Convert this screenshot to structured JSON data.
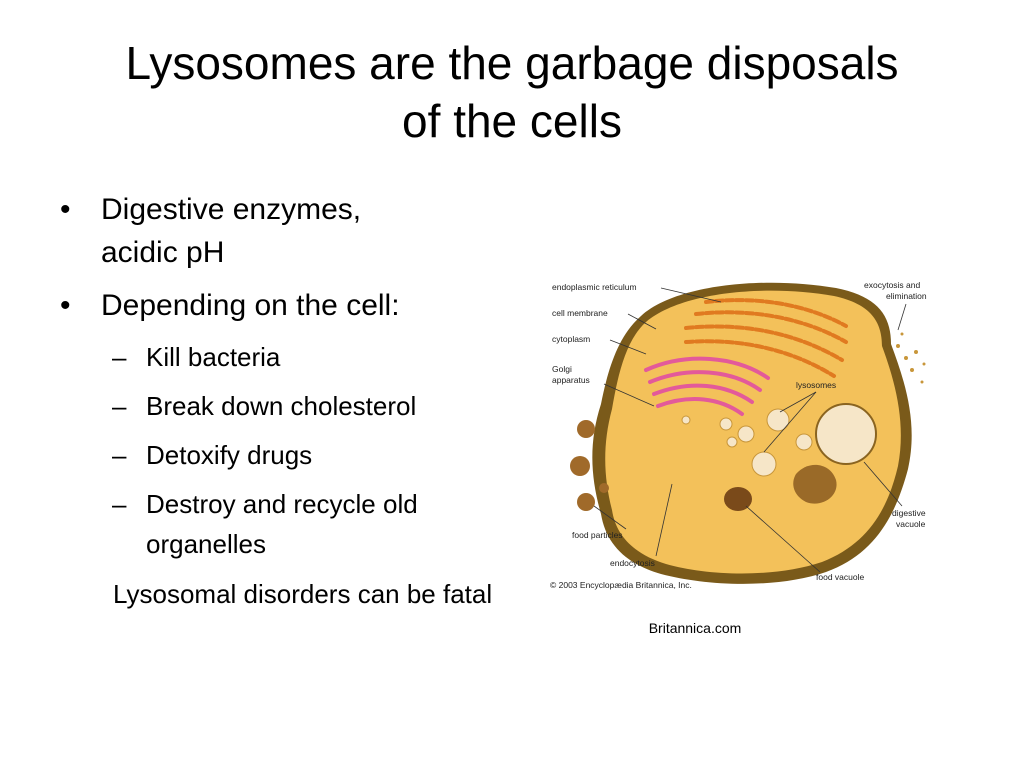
{
  "slide": {
    "title_line1": "Lysosomes are the garbage disposals",
    "title_line2": "of the cells",
    "bullets": [
      {
        "line1": "Digestive enzymes,",
        "line2": "acidic pH"
      },
      {
        "text": "Depending on the cell:"
      }
    ],
    "sub_bullets": [
      "Kill bacteria",
      "Break down cholesterol",
      "Detoxify drugs"
    ],
    "sub_bullet_last": {
      "line1": "Destroy and recycle old",
      "line2": "organelles"
    },
    "note": "Lysosomal disorders can be fatal",
    "bullet_symbol": "•",
    "dash_symbol": "–",
    "image_credit": "Britannica.com"
  },
  "diagram": {
    "labels": {
      "er": "endoplasmic reticulum",
      "membrane": "cell membrane",
      "cytoplasm": "cytoplasm",
      "golgi_1": "Golgi",
      "golgi_2": "apparatus",
      "lysosomes": "lysosomes",
      "exo_1": "exocytosis and",
      "exo_2": "elimination",
      "digestive_1": "digestive",
      "digestive_2": "vacuole",
      "food_particles": "food particles",
      "endocytosis": "endocytosis",
      "food_vacuole": "food vacuole",
      "copyright": "© 2003 Encyclopædia Britannica, Inc."
    },
    "colors": {
      "cytoplasm": "#f3c15a",
      "membrane": "#7a5a1a",
      "er": "#e07a20",
      "golgi": "#e35a9a",
      "vesicle": "#f6e6c8"
    }
  }
}
